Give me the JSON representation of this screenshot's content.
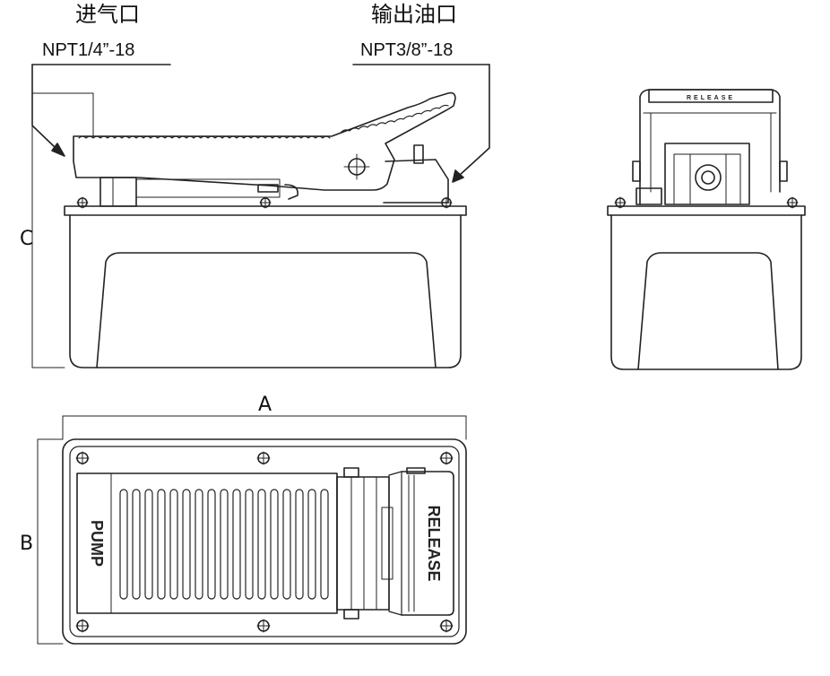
{
  "inlet": {
    "title": "进气口",
    "spec": "NPT1/4”-18"
  },
  "outlet": {
    "title": "输出油口",
    "spec": "NPT3/8”-18"
  },
  "dimensions": {
    "a": "A",
    "b": "B",
    "c": "C"
  },
  "pedal_labels": {
    "pump": "PUMP",
    "release": "RELEASE"
  },
  "end_view_release": "RELEASE"
}
